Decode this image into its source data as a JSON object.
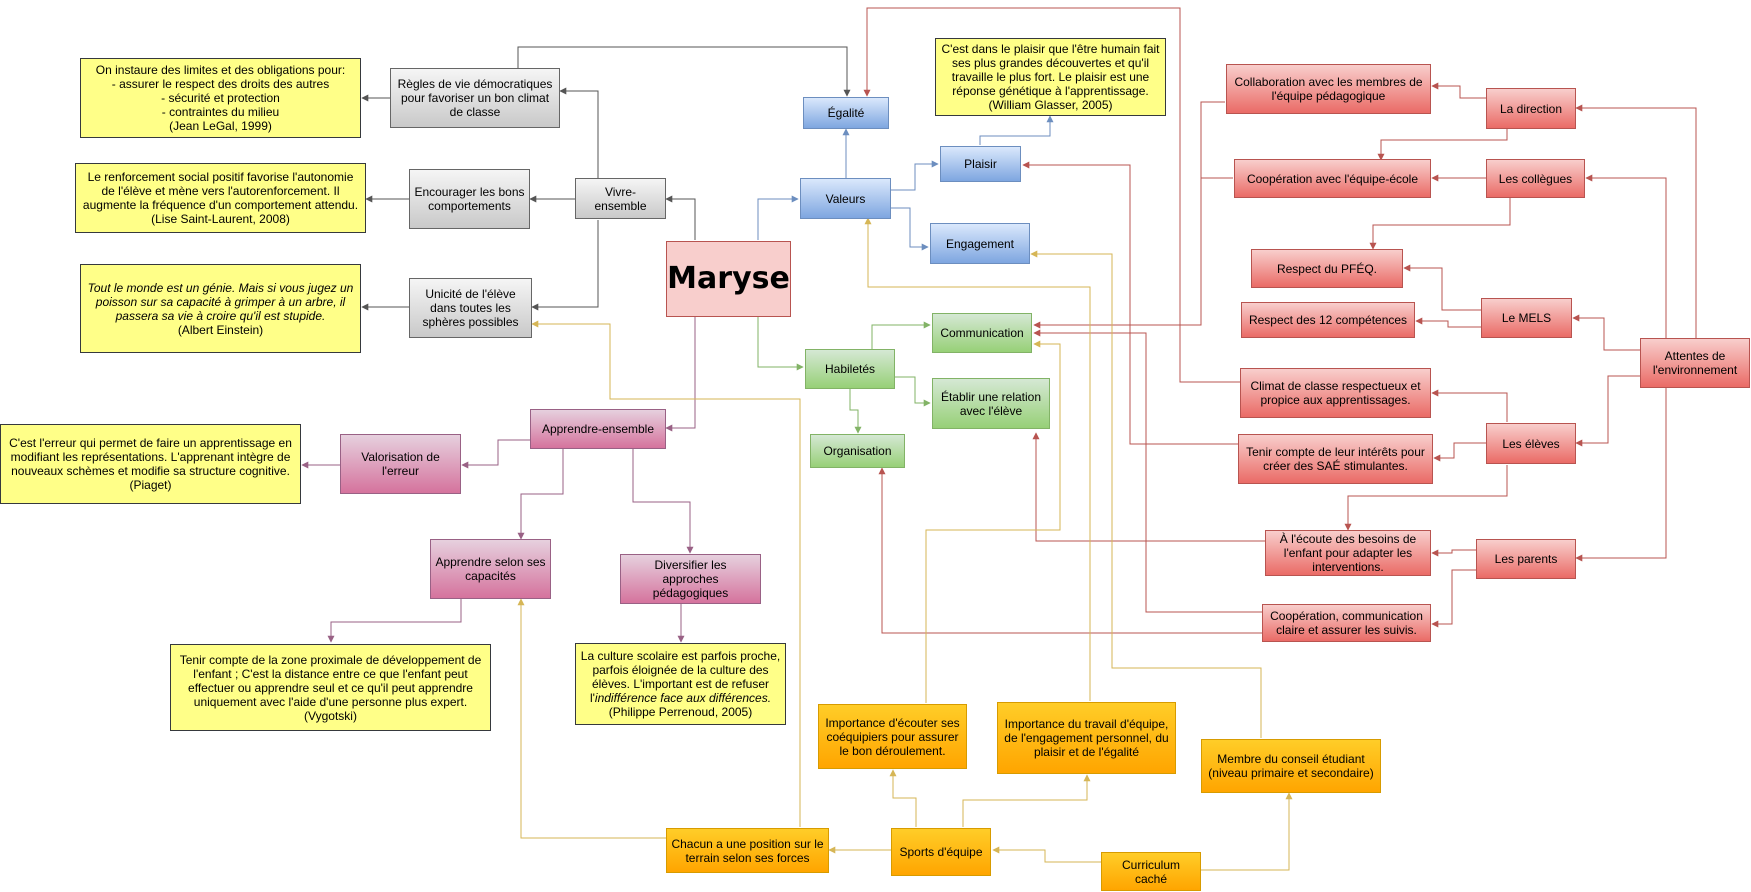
{
  "colors": {
    "gray_line": "#555555",
    "blue_line": "#6c8ebf",
    "green_line": "#82b366",
    "pink_line": "#996185",
    "red_line": "#b85450",
    "orange_line": "#d6b656",
    "note_fill": "#ffff88"
  },
  "nodes": {
    "maryse": "Maryse",
    "vivre": "Vivre-\nensemble",
    "regles": "Règles de vie démocratiques\npour favoriser un bon climat\nde classe",
    "encourager": "Encourager les bons\ncomportements",
    "unicite": "Unicité de l'élève\ndans toutes les\nsphères possibles",
    "note_legal": "On instaure des limites et des obligations pour:\n- assurer le respect des droits des autres\n- sécurité et protection\n- contraintes du milieu\n(Jean LeGal, 1999)",
    "note_saint_laurent": "Le renforcement social positif favorise l'autonomie\nde l'élève et mène vers l'autorenforcement. Il\naugmente la fréquence d'un comportement attendu.\n(Lise Saint-Laurent, 2008)",
    "note_einstein_quote": "Tout le monde est un génie. Mais si vous jugez un\npoisson sur sa capacité à grimper à un arbre, il\npassera sa vie à croire qu'il est stupide.",
    "note_einstein_author": "(Albert Einstein)",
    "egalite": "Égalité",
    "valeurs": "Valeurs",
    "plaisir": "Plaisir",
    "engagement": "Engagement",
    "note_glasser": "C'est dans le plaisir que l'être humain fait\nses plus grandes découvertes et qu'il\ntravaille le plus fort. Le plaisir est une\nréponse génétique à l'apprentissage.\n(William Glasser, 2005)",
    "habiletes": "Habiletés",
    "communication": "Communication",
    "relation": "Établir une relation\navec l'élève",
    "organisation": "Organisation",
    "apprendre": "Apprendre-ensemble",
    "valorisation": "Valorisation de\nl'erreur",
    "note_piaget": "C'est l'erreur qui permet de faire un apprentissage en\nmodifiant les représentations. L'apprenant intègre de\nnouveaux schèmes et modifie sa structure cognitive.\n(Piaget)",
    "capacites": "Apprendre selon ses\ncapacités",
    "diversifier": "Diversifier les approches\npédagogiques",
    "note_vygotski": "Tenir compte de la zone proximale de développement de\nl'enfant ; C'est la distance entre ce que l'enfant peut\neffectuer ou apprendre seul et ce qu'il peut apprendre\nuniquement avec l'aide d'une personne plus expert.\n(Vygotski)",
    "note_perrenoud_a": "La culture scolaire est parfois proche,\nparfois éloignée de la culture des\nélèves. L'important est de refuser\nl'",
    "note_perrenoud_b": "indifférence face aux différences.",
    "note_perrenoud_c": "\n(Philippe Perrenoud, 2005)",
    "chacun": "Chacun a une position sur le\nterrain selon ses forces",
    "sports": "Sports d'équipe",
    "curriculum": "Curriculum\ncaché",
    "ecouter": "Importance d'écouter ses\ncoéquipiers pour assurer\nle bon déroulement.",
    "travail": "Importance du travail d'équipe,\nde l'engagement personnel, du\nplaisir et de l'égalité",
    "conseil": "Membre du conseil étudiant\n(niveau primaire et secondaire)",
    "collaboration": "Collaboration avec les membres de\nl'équipe pédagogique",
    "direction": "La direction",
    "cooperation_ecole": "Coopération avec l'équipe-école",
    "collegues": "Les collègues",
    "pfeq": "Respect du PFÉQ.",
    "competences": "Respect des 12 compétences",
    "mels": "Le MELS",
    "attentes": "Attentes de\nl'environnement",
    "climat": "Climat de classe respectueux et\npropice aux apprentissages.",
    "interets": "Tenir compte de leur intérêts pour\ncréer des SAÉ stimulantes.",
    "eleves": "Les élèves",
    "ecoute_besoins": "À l'écoute des besoins de\nl'enfant pour adapter les\ninterventions.",
    "parents": "Les parents",
    "cooperation_parents": "Coopération, communication\nclaire et assurer les suivis."
  }
}
